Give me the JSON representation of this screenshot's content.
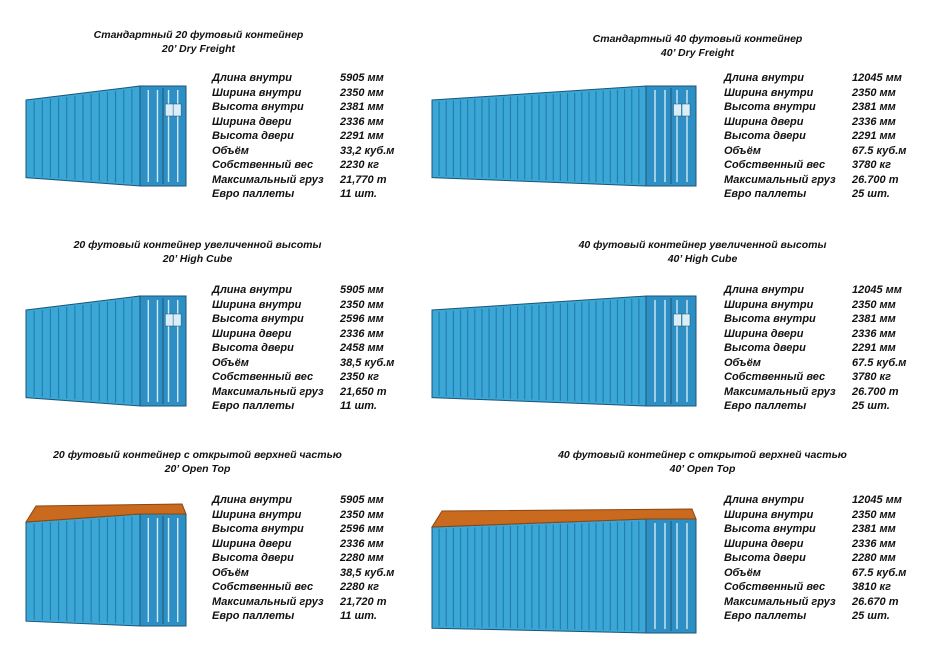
{
  "colors": {
    "container_side": "#3aa7d6",
    "container_front": "#2e8fc4",
    "container_top_open": "#c96a1f",
    "rib": "#1f6e9e",
    "outline": "#1a5577"
  },
  "cards": [
    {
      "title_line1": "Стандартный 20 футовый контейнер",
      "title_line2": "20’ Dry Freight",
      "specs": [
        {
          "label": "Длина внутри",
          "value": "5905 мм"
        },
        {
          "label": "Ширина внутри",
          "value": "2350 мм"
        },
        {
          "label": "Высота внутри",
          "value": "2381 мм"
        },
        {
          "label": "Ширина двери",
          "value": "2336 мм"
        },
        {
          "label": "Высота двери",
          "value": "2291 мм"
        },
        {
          "label": "Объём",
          "value": "33,2 куб.м"
        },
        {
          "label": "Собственный вес",
          "value": "2230 кг"
        },
        {
          "label": "Максимальный груз",
          "value": "21,770 т"
        },
        {
          "label": "Евро паллеты",
          "value": "11 шт."
        }
      ]
    },
    {
      "title_line1": "Стандартный 40 футовый контейнер",
      "title_line2": "40’ Dry Freight",
      "specs": [
        {
          "label": "Длина внутри",
          "value": "12045 мм"
        },
        {
          "label": "Ширина внутри",
          "value": "2350 мм"
        },
        {
          "label": "Высота внутри",
          "value": "2381 мм"
        },
        {
          "label": "Ширина двери",
          "value": "2336 мм"
        },
        {
          "label": "Высота двери",
          "value": "2291 мм"
        },
        {
          "label": "Объём",
          "value": "67.5 куб.м"
        },
        {
          "label": "Собственный вес",
          "value": "3780 кг"
        },
        {
          "label": "Максимальный груз",
          "value": "26.700 т"
        },
        {
          "label": "Евро паллеты",
          "value": "25 шт."
        }
      ]
    },
    {
      "title_line1": "20 футовый контейнер увеличенной высоты",
      "title_line2": "20’ High Cube",
      "specs": [
        {
          "label": "Длина внутри",
          "value": "5905 мм"
        },
        {
          "label": "Ширина внутри",
          "value": "2350 мм"
        },
        {
          "label": "Высота внутри",
          "value": "2596 мм"
        },
        {
          "label": "Ширина двери",
          "value": "2336 мм"
        },
        {
          "label": "Высота двери",
          "value": "2458 мм"
        },
        {
          "label": "Объём",
          "value": "38,5 куб.м"
        },
        {
          "label": "Собственный вес",
          "value": "2350 кг"
        },
        {
          "label": "Максимальный груз",
          "value": "21,650 т"
        },
        {
          "label": "Евро паллеты",
          "value": "11 шт."
        }
      ]
    },
    {
      "title_line1": "40 футовый контейнер увеличенной высоты",
      "title_line2": "40’ High Cube",
      "specs": [
        {
          "label": "Длина внутри",
          "value": "12045 мм"
        },
        {
          "label": "Ширина внутри",
          "value": "2350 мм"
        },
        {
          "label": "Высота внутри",
          "value": "2381 мм"
        },
        {
          "label": "Ширина двери",
          "value": "2336 мм"
        },
        {
          "label": "Высота двери",
          "value": "2291 мм"
        },
        {
          "label": "Объём",
          "value": "67.5 куб.м"
        },
        {
          "label": "Собственный вес",
          "value": "3780 кг"
        },
        {
          "label": "Максимальный груз",
          "value": "26.700 т"
        },
        {
          "label": "Евро паллеты",
          "value": "25 шт."
        }
      ]
    },
    {
      "title_line1": "20 футовый контейнер с открытой верхней частью",
      "title_line2": "20’ Open Top",
      "specs": [
        {
          "label": "Длина внутри",
          "value": "5905 мм"
        },
        {
          "label": "Ширина внутри",
          "value": "2350 мм"
        },
        {
          "label": "Высота внутри",
          "value": "2596 мм"
        },
        {
          "label": "Ширина двери",
          "value": "2336 мм"
        },
        {
          "label": "Высота двери",
          "value": "2280 мм"
        },
        {
          "label": "Объём",
          "value": "38,5 куб.м"
        },
        {
          "label": "Собственный вес",
          "value": "2280 кг"
        },
        {
          "label": "Максимальный груз",
          "value": "21,720 т"
        },
        {
          "label": "Евро паллеты",
          "value": "11 шт."
        }
      ]
    },
    {
      "title_line1": "40 футовый контейнер с открытой верхней частью",
      "title_line2": "40’ Open Top",
      "specs": [
        {
          "label": "Длина внутри",
          "value": "12045 мм"
        },
        {
          "label": "Ширина внутри",
          "value": "2350 мм"
        },
        {
          "label": "Высота внутри",
          "value": "2381 мм"
        },
        {
          "label": "Ширина двери",
          "value": "2336 мм"
        },
        {
          "label": "Высота двери",
          "value": "2280 мм"
        },
        {
          "label": "Объём",
          "value": "67.5 куб.м"
        },
        {
          "label": "Собственный вес",
          "value": "3810 кг"
        },
        {
          "label": "Максимальный груз",
          "value": "26.670 т"
        },
        {
          "label": "Евро паллеты",
          "value": "25 шт."
        }
      ]
    }
  ]
}
